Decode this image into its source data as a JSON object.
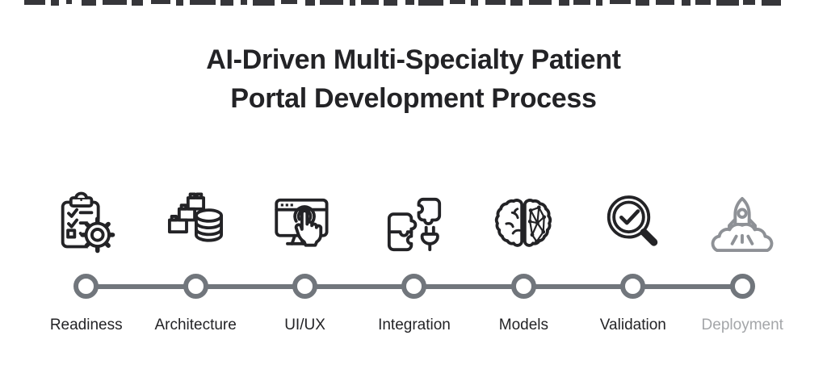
{
  "title": {
    "line1": "AI-Driven Multi-Specialty Patient",
    "line2": "Portal Development Process"
  },
  "steps": [
    {
      "label": "Readiness",
      "icon": "clipboard-checklist-gear-icon",
      "state": "active"
    },
    {
      "label": "Architecture",
      "icon": "building-blocks-database-icon",
      "state": "active"
    },
    {
      "label": "UI/UX",
      "icon": "browser-touch-icon",
      "state": "active"
    },
    {
      "label": "Integration",
      "icon": "puzzle-plug-icon",
      "state": "active"
    },
    {
      "label": "Models",
      "icon": "brain-neural-network-icon",
      "state": "active"
    },
    {
      "label": "Validation",
      "icon": "magnifier-check-icon",
      "state": "active"
    },
    {
      "label": "Deployment",
      "icon": "rocket-launch-cloud-icon",
      "state": "inactive"
    }
  ],
  "timeline": {
    "node_count": 7,
    "node_style": "hollow-circle"
  },
  "colors": {
    "ink": "#232326",
    "timeline": "#71767c",
    "inactive_icon": "#8e9196",
    "inactive_label": "#a4a6a9",
    "strip_color": "#36363a",
    "background": "#ffffff"
  },
  "top_strip": {
    "segments": [
      {
        "w": 26,
        "g": 7,
        "h": 6
      },
      {
        "w": 10,
        "g": 9,
        "h": 7
      },
      {
        "w": 7,
        "g": 12,
        "h": 5
      },
      {
        "w": 18,
        "g": 8,
        "h": 7
      },
      {
        "w": 30,
        "g": 6,
        "h": 6
      },
      {
        "w": 14,
        "g": 10,
        "h": 7
      },
      {
        "w": 24,
        "g": 7,
        "h": 5
      },
      {
        "w": 9,
        "g": 8,
        "h": 7
      },
      {
        "w": 32,
        "g": 6,
        "h": 6
      },
      {
        "w": 16,
        "g": 9,
        "h": 7
      },
      {
        "w": 8,
        "g": 7,
        "h": 6
      },
      {
        "w": 27,
        "g": 8,
        "h": 7
      },
      {
        "w": 20,
        "g": 10,
        "h": 5
      },
      {
        "w": 12,
        "g": 6,
        "h": 7
      },
      {
        "w": 29,
        "g": 8,
        "h": 6
      },
      {
        "w": 7,
        "g": 7,
        "h": 7
      },
      {
        "w": 22,
        "g": 6,
        "h": 6
      },
      {
        "w": 17,
        "g": 10,
        "h": 7
      },
      {
        "w": 11,
        "g": 5,
        "h": 6
      },
      {
        "w": 31,
        "g": 8,
        "h": 7
      },
      {
        "w": 19,
        "g": 7,
        "h": 5
      },
      {
        "w": 9,
        "g": 9,
        "h": 7
      },
      {
        "w": 25,
        "g": 6,
        "h": 6
      },
      {
        "w": 15,
        "g": 8,
        "h": 7
      },
      {
        "w": 28,
        "g": 9,
        "h": 6
      },
      {
        "w": 13,
        "g": 5,
        "h": 7
      },
      {
        "w": 21,
        "g": 7,
        "h": 6
      },
      {
        "w": 8,
        "g": 9,
        "h": 7
      },
      {
        "w": 26,
        "g": 6,
        "h": 5
      },
      {
        "w": 17,
        "g": 8,
        "h": 7
      },
      {
        "w": 23,
        "g": 9,
        "h": 6
      },
      {
        "w": 11,
        "g": 6,
        "h": 7
      },
      {
        "w": 19,
        "g": 7,
        "h": 6
      },
      {
        "w": 28,
        "g": 5,
        "h": 7
      },
      {
        "w": 15,
        "g": 8,
        "h": 6
      },
      {
        "w": 24,
        "g": 0,
        "h": 7
      }
    ]
  }
}
